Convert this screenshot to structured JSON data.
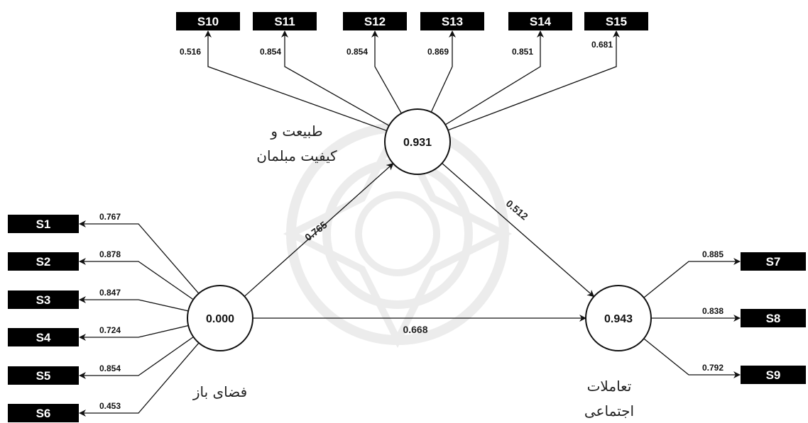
{
  "latents": [
    {
      "id": "open_space",
      "r2": "0.000",
      "name_lines": [
        "فضای باز"
      ]
    },
    {
      "id": "nature",
      "r2": "0.931",
      "name_lines": [
        "طبیعت و",
        "کیفیت مبلمان"
      ]
    },
    {
      "id": "social",
      "r2": "0.943",
      "name_lines": [
        "تعاملات",
        "اجتماعی"
      ]
    }
  ],
  "indicators": {
    "open_space": [
      {
        "label": "S1",
        "loading": "0.767"
      },
      {
        "label": "S2",
        "loading": "0.878"
      },
      {
        "label": "S3",
        "loading": "0.847"
      },
      {
        "label": "S4",
        "loading": "0.724"
      },
      {
        "label": "S5",
        "loading": "0.854"
      },
      {
        "label": "S6",
        "loading": "0.453"
      }
    ],
    "nature": [
      {
        "label": "S10",
        "loading": "0.516"
      },
      {
        "label": "S11",
        "loading": "0.854"
      },
      {
        "label": "S12",
        "loading": "0.854"
      },
      {
        "label": "S13",
        "loading": "0.869"
      },
      {
        "label": "S14",
        "loading": "0.851"
      },
      {
        "label": "S15",
        "loading": "0.681"
      }
    ],
    "social": [
      {
        "label": "S7",
        "loading": "0.885"
      },
      {
        "label": "S8",
        "loading": "0.838"
      },
      {
        "label": "S9",
        "loading": "0.792"
      }
    ]
  },
  "paths": [
    {
      "from": "open_space",
      "to": "nature",
      "coef": "0.765"
    },
    {
      "from": "nature",
      "to": "social",
      "coef": "0.512"
    },
    {
      "from": "open_space",
      "to": "social",
      "coef": "0.668"
    }
  ]
}
